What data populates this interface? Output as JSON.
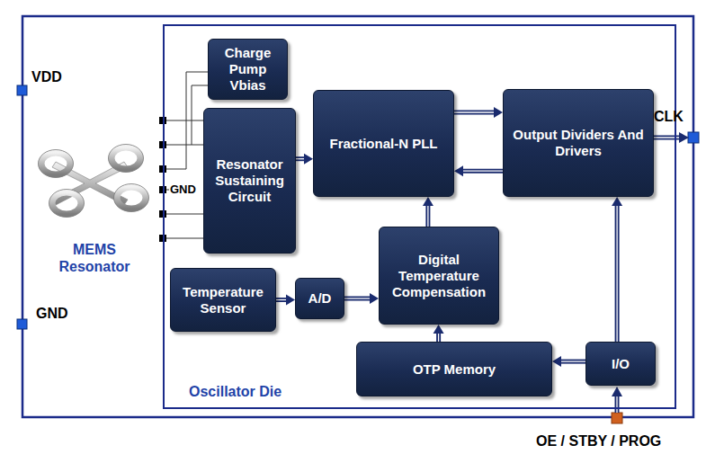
{
  "diagram": {
    "nodes": [
      {
        "text": [
          "Oscillator Die"
        ]
      },
      {
        "text": [
          "Charge Pump Vbias"
        ],
        "in": 0
      },
      {
        "text": [
          "Resonator Sustaining Circuit"
        ],
        "in": 0
      },
      {
        "text": [
          "Fractional-N PLL"
        ],
        "in": 0
      },
      {
        "text": [
          "Output Dividers And Drivers"
        ],
        "in": 0
      },
      {
        "text": [
          "Temperature Sensor"
        ],
        "in": 0
      },
      {
        "text": [
          "A/D"
        ],
        "in": 0
      },
      {
        "text": [
          "Digital Temperature Compensation"
        ],
        "in": 0
      },
      {
        "text": [
          "OTP Memory"
        ],
        "in": 0
      },
      {
        "text": [
          "I/O"
        ],
        "in": 0
      }
    ],
    "edges": [
      {
        "from": 2,
        "to": 3,
        "arrow": "to"
      },
      {
        "from": 3,
        "to": 4,
        "arrow": "to"
      },
      {
        "from": 4,
        "to": 3,
        "arrow": "to"
      },
      {
        "from": 5,
        "to": 6,
        "arrow": "to"
      },
      {
        "from": 6,
        "to": 7,
        "arrow": "to"
      },
      {
        "from": 7,
        "to": 3,
        "arrow": "to"
      },
      {
        "from": 8,
        "to": 7,
        "arrow": "to"
      },
      {
        "from": 9,
        "to": 8,
        "arrow": "to"
      },
      {
        "from": 9,
        "to": 4,
        "arrow": "to"
      }
    ],
    "labels": [
      "VDD",
      "GND",
      "GND",
      "MEMS Resonator",
      "CLK",
      "OE / STBY / PROG"
    ]
  }
}
